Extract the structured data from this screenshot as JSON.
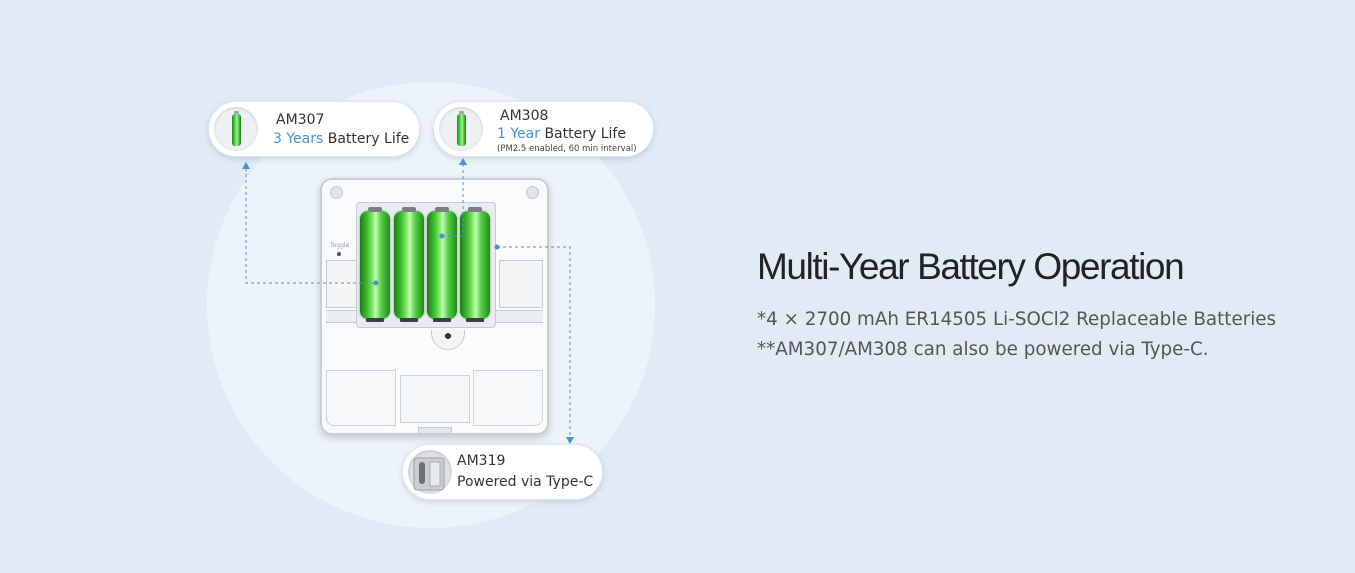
{
  "callouts": {
    "am307": {
      "model": "AM307",
      "years": "3 Years",
      "life": "Battery Life",
      "thumb": "green-battery-icon"
    },
    "am308": {
      "model": "AM308",
      "years": "1 Year",
      "life": "Battery Life",
      "note": "(PM2.5 enabled, 60 min interval)",
      "thumb": "green-battery-icon"
    },
    "am319": {
      "model": "AM319",
      "power": "Powered via Type-C",
      "thumb": "usb-type-c-port-icon"
    }
  },
  "device": {
    "battery_count": 4,
    "label": "Toggle"
  },
  "main": {
    "heading": "Multi-Year Battery Operation",
    "specs": [
      "*4 × 2700 mAh ER14505 Li-SOCl2 Replaceable Batteries",
      "**AM307/AM308 can also be powered via Type-C."
    ]
  },
  "colors": {
    "background": "#e1ebf5",
    "accent": "#3d94da",
    "battery_green": "#3ec131",
    "leader_line": "#4a90d9"
  }
}
